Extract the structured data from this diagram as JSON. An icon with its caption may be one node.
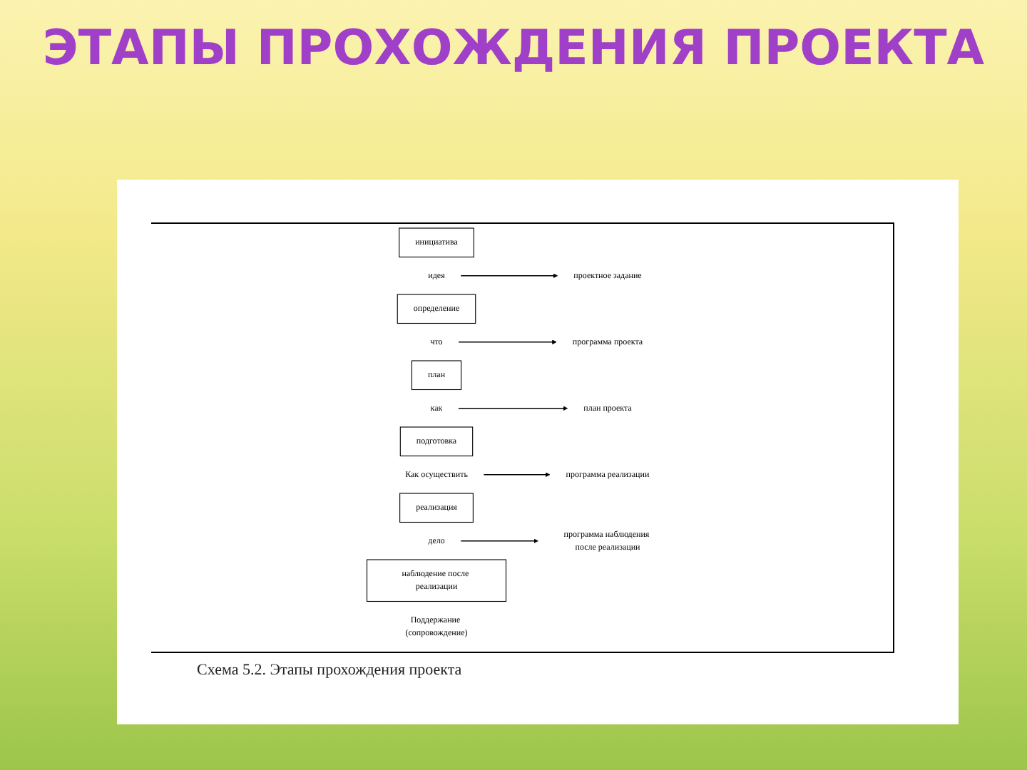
{
  "diagram": {
    "title": "ЭТАПЫ ПРОХОЖДЕНИЯ ПРОЕКТА",
    "caption": "Схема 5.2. Этапы прохождения проекта",
    "nodes": [
      {
        "text": [
          "инициатива"
        ]
      },
      {
        "text": [
          "идея"
        ]
      },
      {
        "text": [
          "проектное задание"
        ]
      },
      {
        "text": [
          "определение"
        ]
      },
      {
        "text": [
          "что"
        ]
      },
      {
        "text": [
          "программа проекта"
        ]
      },
      {
        "text": [
          "план"
        ]
      },
      {
        "text": [
          "как"
        ]
      },
      {
        "text": [
          "план проекта"
        ]
      },
      {
        "text": [
          "подготовка"
        ]
      },
      {
        "text": [
          "Как осуществить"
        ]
      },
      {
        "text": [
          "программа реализации"
        ]
      },
      {
        "text": [
          "реализация"
        ]
      },
      {
        "text": [
          "дело"
        ]
      },
      {
        "text": [
          "программа наблюдения после реализации"
        ]
      },
      {
        "text": [
          "наблюдение после реализации"
        ]
      },
      {
        "text": [
          "Поддержание (сопровождение)"
        ]
      }
    ],
    "edges": [
      {
        "from": 1,
        "to": 2,
        "arrow": "to"
      },
      {
        "from": 4,
        "to": 5,
        "arrow": "to"
      },
      {
        "from": 7,
        "to": 8,
        "arrow": "to"
      },
      {
        "from": 10,
        "to": 11,
        "arrow": "to"
      },
      {
        "from": 13,
        "to": 14,
        "arrow": "to"
      }
    ]
  }
}
